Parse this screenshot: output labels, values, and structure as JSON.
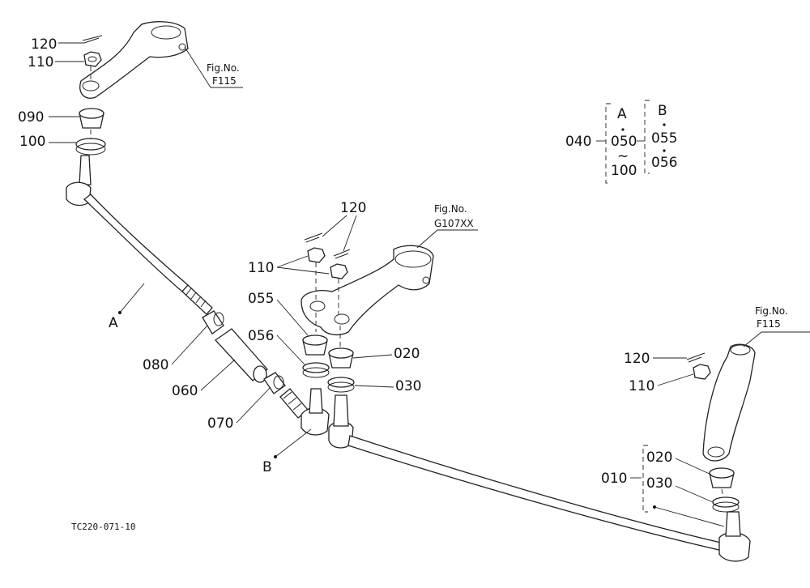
{
  "diagram": {
    "drawing_code": "TC220-071-10",
    "fig_refs": {
      "top_left": {
        "line1": "Fig.No.",
        "line2": "F115"
      },
      "center": {
        "line1": "Fig.No.",
        "line2": "G107XX"
      },
      "right": {
        "line1": "Fig.No.",
        "line2": "F115"
      }
    },
    "legend": {
      "parent": "040",
      "group_a": {
        "title": "A",
        "from": "050",
        "range_mark": "~",
        "to": "100"
      },
      "group_b": {
        "title": "B",
        "first": "055",
        "second": "056"
      }
    },
    "parts": {
      "p120_tl": "120",
      "p110_tl": "110",
      "p090": "090",
      "p100": "100",
      "p120_c": "120",
      "p110_c": "110",
      "p055": "055",
      "p056": "056",
      "p020_c": "020",
      "p030_c": "030",
      "p080": "080",
      "p060": "060",
      "p070": "070",
      "rodA": "A",
      "rodB": "B",
      "p120_r": "120",
      "p110_r": "110",
      "p010": "010",
      "p020_r": "020",
      "p030_r": "030"
    }
  }
}
